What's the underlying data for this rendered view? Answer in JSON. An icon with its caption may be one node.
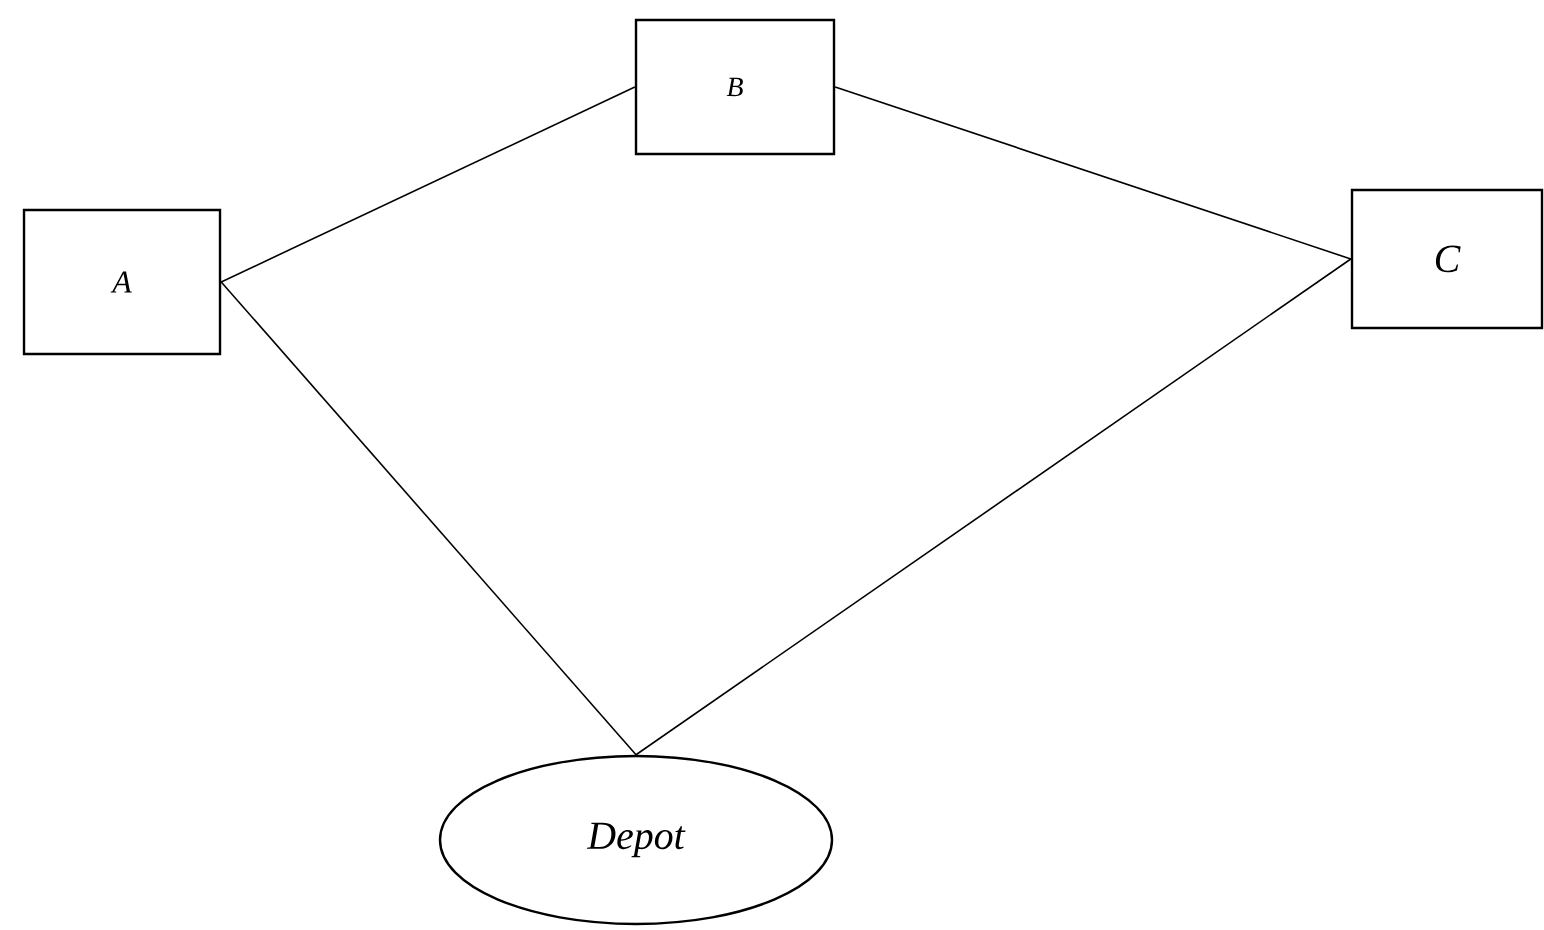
{
  "diagram": {
    "nodes": [
      {
        "text": [
          "A"
        ]
      },
      {
        "text": [
          "B"
        ]
      },
      {
        "text": [
          "C"
        ]
      },
      {
        "text": [
          "Depot"
        ]
      }
    ],
    "edges": [
      {
        "from": 0,
        "to": 1,
        "arrow": "none"
      },
      {
        "from": 1,
        "to": 2,
        "arrow": "none"
      },
      {
        "from": 0,
        "to": 3,
        "arrow": "none"
      },
      {
        "from": 2,
        "to": 3,
        "arrow": "none"
      }
    ]
  }
}
